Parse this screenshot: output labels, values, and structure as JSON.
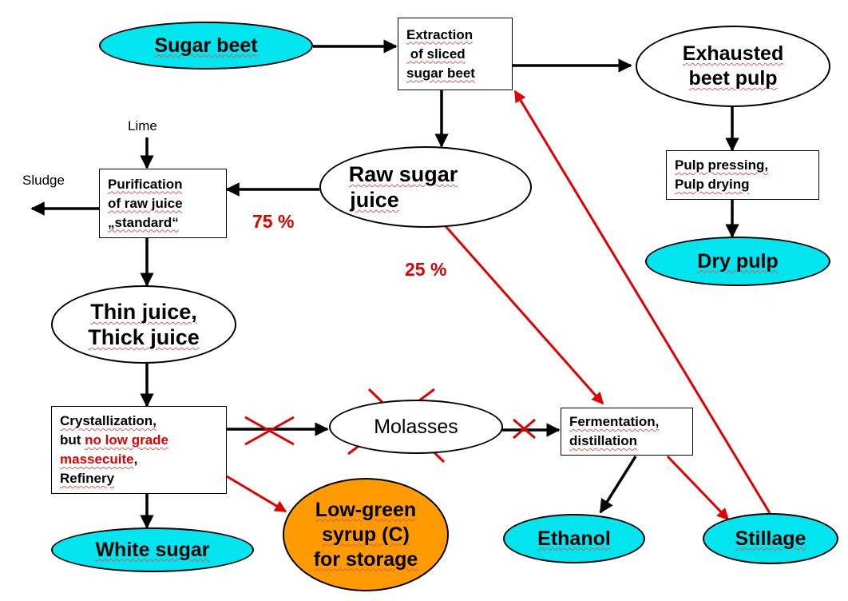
{
  "nodes": {
    "sugar_beet": "Sugar beet",
    "extraction": [
      "Extraction",
      " of sliced",
      "sugar beet"
    ],
    "exhausted_pulp": [
      "Exhausted",
      "beet pulp"
    ],
    "pulp_pressing": [
      "Pulp pressing,",
      "Pulp drying"
    ],
    "dry_pulp": "Dry pulp",
    "raw_juice": [
      "Raw sugar",
      "juice"
    ],
    "purification": [
      "Purification",
      "of raw juice",
      "„standard“"
    ],
    "thin_juice": [
      "Thin juice,",
      "Thick juice"
    ],
    "crystallization": {
      "line1": "Crystallization,",
      "line2_prefix": "but ",
      "line2_red": "no low grade",
      "line3_red": "massecuite",
      "line3_suffix": ",",
      "line4": "Refinery"
    },
    "molasses": "Molasses",
    "fermentation": [
      "Fermentation,",
      "distillation"
    ],
    "white_sugar": "White sugar",
    "low_green": [
      "Low-green",
      "syrup (C)",
      "for storage"
    ],
    "ethanol": "Ethanol",
    "stillage": "Stillage"
  },
  "labels": {
    "lime": "Lime",
    "sludge": "Sludge",
    "pct_75": "75 %",
    "pct_25": "25 %"
  },
  "colors": {
    "cyan_fill": "#00e5ee",
    "orange_fill": "#ff9a00",
    "red_arrow": "#e00000",
    "black_arrow": "#000000"
  }
}
